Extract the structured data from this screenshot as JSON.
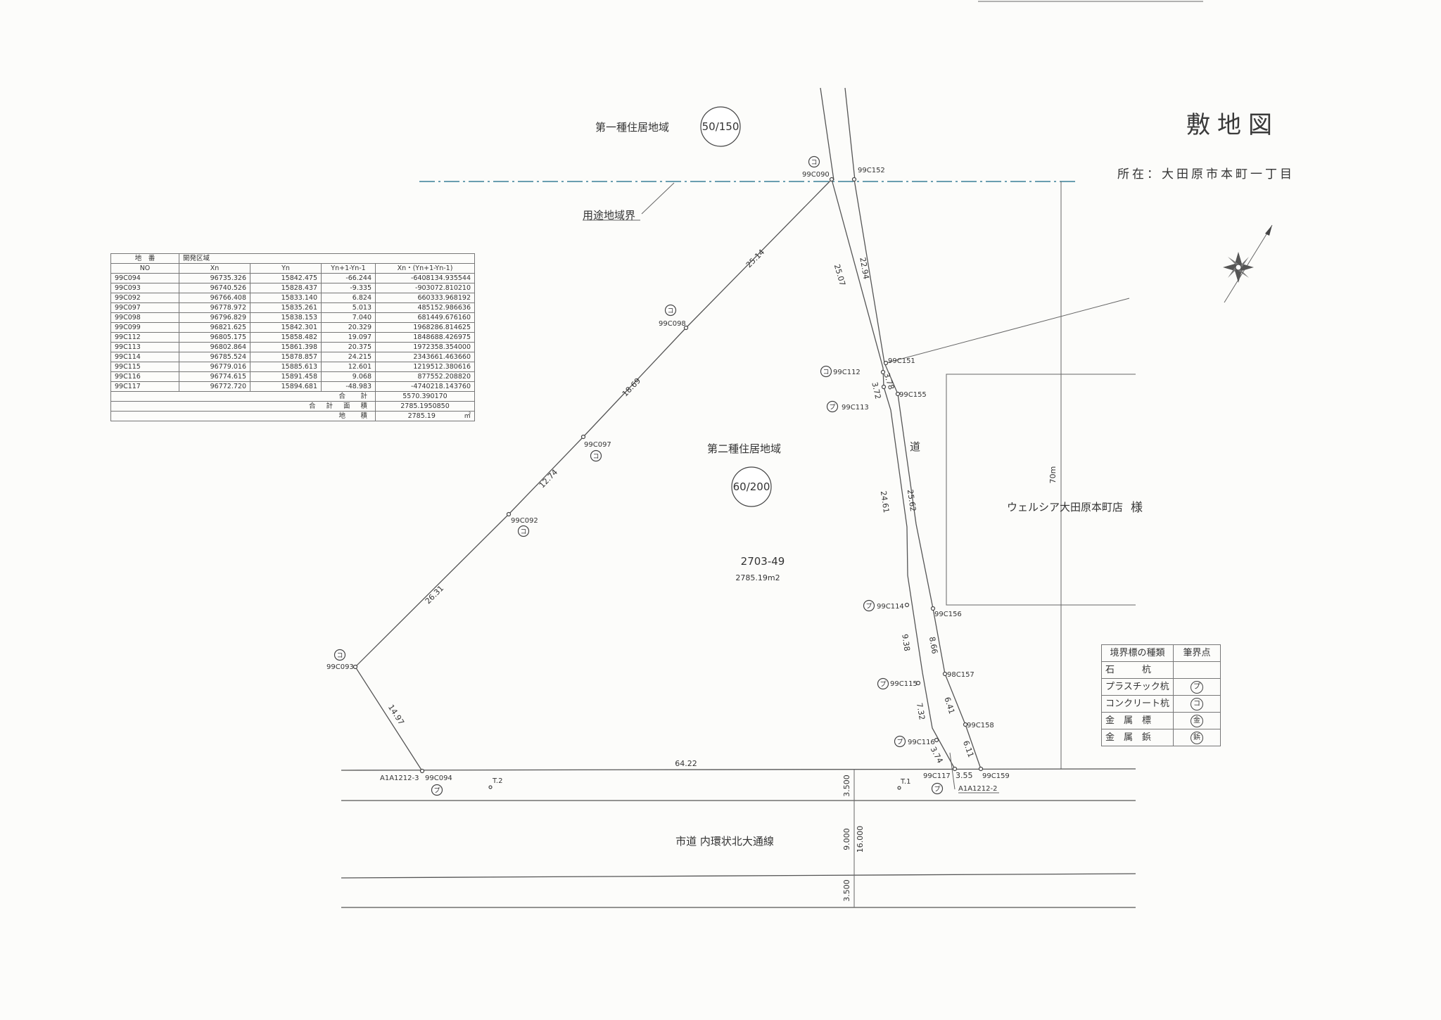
{
  "header": {
    "title": "敷地図",
    "location": "所在：大田原市本町一丁目"
  },
  "zones": {
    "zone1_name": "第一種住居地域",
    "zone1_ratio": "50/150",
    "zone2_name": "第二種住居地域",
    "zone2_ratio": "60/200",
    "boundary_label": "用途地域界",
    "road_label": "道"
  },
  "lot": {
    "number": "2703-49",
    "area": "2785.19m2"
  },
  "client": {
    "name": "ウェルシア大田原本町店",
    "honorific": "様",
    "distance_label": "70m"
  },
  "street": {
    "name": "市道 内環状北大通線",
    "widths": [
      "3.500",
      "9.000",
      "16.000",
      "3.500"
    ]
  },
  "points": {
    "p090": "99C090",
    "p152": "99C152",
    "p098": "99C098",
    "p097": "99C097",
    "p092": "99C092",
    "p093": "99C093",
    "p094": "99C094",
    "p112": "99C112",
    "p113": "99C113",
    "p114": "99C114",
    "p115": "99C115",
    "p116": "99C116",
    "p117": "99C117",
    "p151": "99C151",
    "p155": "99C155",
    "p156": "99C156",
    "p157": "98C157",
    "p158": "99C158",
    "p159": "99C159",
    "a3": "A1A1212-3",
    "a2": "A1A1212-2",
    "t1": "T.1",
    "t2": "T.2"
  },
  "lengths": {
    "l1": "25.14",
    "l2": "18.69",
    "l3": "12.74",
    "l4": "26.31",
    "l5": "14.97",
    "l6": "64.22",
    "l7": "25.07",
    "l8": "22.94",
    "l9": "3.72",
    "l10": "3.78",
    "l11": "24.61",
    "l12": "25.62",
    "l13": "9.38",
    "l14": "8.66",
    "l15": "7.32",
    "l16": "6.41",
    "l17": "3.74",
    "l18": "6.11",
    "l19": "3.55"
  },
  "coord_table": {
    "header1": [
      "地　番",
      "開発区域"
    ],
    "header2": [
      "NO",
      "Xn",
      "Yn",
      "Yn+1-Yn-1",
      "Xn・(Yn+1-Yn-1)"
    ],
    "rows": [
      [
        "99C094",
        "96735.326",
        "15842.475",
        "-66.244",
        "-6408134.935544"
      ],
      [
        "99C093",
        "96740.526",
        "15828.437",
        "-9.335",
        "-903072.810210"
      ],
      [
        "99C092",
        "96766.408",
        "15833.140",
        "6.824",
        "660333.968192"
      ],
      [
        "99C097",
        "96778.972",
        "15835.261",
        "5.013",
        "485152.986636"
      ],
      [
        "99C098",
        "96796.829",
        "15838.153",
        "7.040",
        "681449.676160"
      ],
      [
        "99C099",
        "96821.625",
        "15842.301",
        "20.329",
        "1968286.814625"
      ],
      [
        "99C112",
        "96805.175",
        "15858.482",
        "19.097",
        "1848688.426975"
      ],
      [
        "99C113",
        "96802.864",
        "15861.398",
        "20.375",
        "1972358.354000"
      ],
      [
        "99C114",
        "96785.524",
        "15878.857",
        "24.215",
        "2343661.463660"
      ],
      [
        "99C115",
        "96779.016",
        "15885.613",
        "12.601",
        "1219512.380616"
      ],
      [
        "99C116",
        "96774.615",
        "15891.458",
        "9.068",
        "877552.208820"
      ],
      [
        "99C117",
        "96772.720",
        "15894.681",
        "-48.983",
        "-4740218.143760"
      ]
    ],
    "sum_label": "合　計",
    "sum_value": "5570.390170",
    "total_area_label": "合 計 面 積",
    "total_area_value": "2785.1950850",
    "land_area_label": "地　積",
    "land_area_value": "2785.19",
    "land_area_unit": "㎡"
  },
  "legend": {
    "header_type": "境界標の種類",
    "header_mark": "筆界点",
    "rows": [
      {
        "name": "石　　　杭",
        "symbol": ""
      },
      {
        "name": "プラスチック杭",
        "symbol": "プ"
      },
      {
        "name": "コンクリート杭",
        "symbol": "コ"
      },
      {
        "name": "金　属　標",
        "symbol": "金"
      },
      {
        "name": "金　属　鋲",
        "symbol": "鋲"
      }
    ]
  },
  "marker_symbols": {
    "concrete": "コ",
    "plastic": "プ"
  }
}
